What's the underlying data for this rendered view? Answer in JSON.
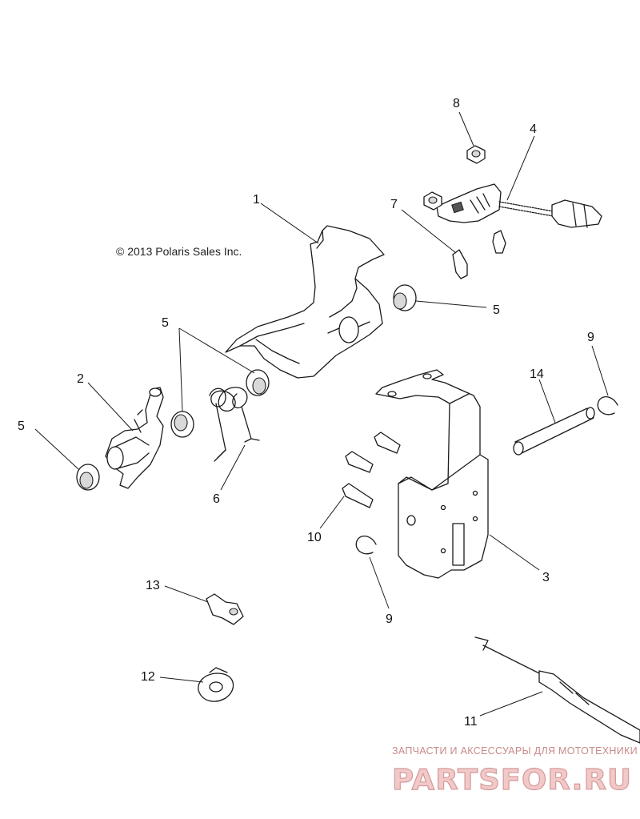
{
  "copyright": "© 2013 Polaris Sales Inc.",
  "callouts": [
    "1",
    "2",
    "3",
    "4",
    "5",
    "5",
    "5",
    "5",
    "6",
    "7",
    "8",
    "9",
    "9",
    "10",
    "11",
    "12",
    "13",
    "14"
  ],
  "watermark": {
    "tagline": "ЗАПЧАСТИ И АКСЕССУАРЫ ДЛЯ МОТОТЕХНИКИ",
    "brand": "PARTSFOR.RU",
    "color": "#d69a9a"
  }
}
